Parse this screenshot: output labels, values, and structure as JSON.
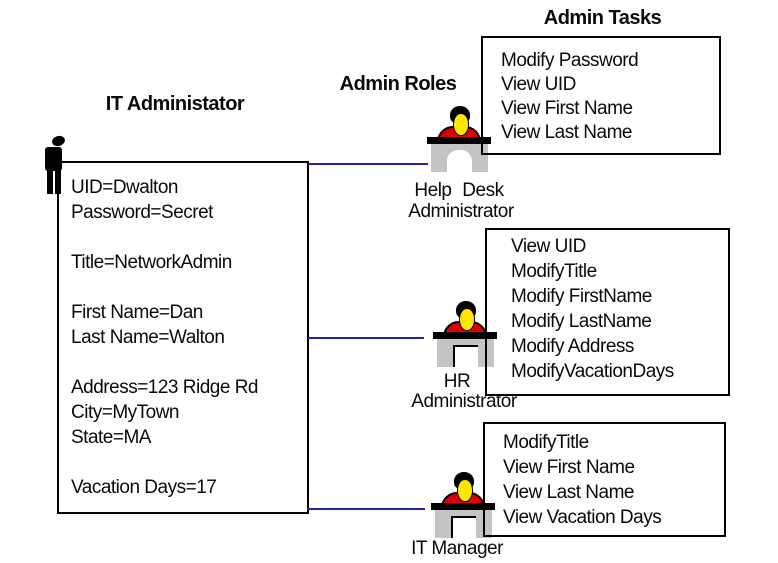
{
  "diagram": {
    "headings": {
      "admin_tasks": "Admin Tasks",
      "admin_roles": "Admin Roles",
      "it_administator": "IT Administator"
    },
    "user_box": {
      "lines": [
        "UID=Dwalton",
        "Password=Secret",
        "",
        "Title=NetworkAdmin",
        "",
        "First Name=Dan",
        "Last Name=Walton",
        "",
        "Address=123 Ridge Rd",
        "City=MyTown",
        "State=MA",
        "",
        "Vacation Days=17"
      ]
    },
    "roles": [
      {
        "name_line1": "Help Desk",
        "name_line2": "Administrator",
        "tasks": [
          "Modify Password",
          "View UID",
          "View First Name",
          "View Last Name"
        ]
      },
      {
        "name_line1": "HR",
        "name_line2": "Administrator",
        "tasks": [
          "View UID",
          "ModifyTitle",
          "Modify FirstName",
          "Modify LastName",
          "Modify Address",
          "ModifyVacationDays"
        ]
      },
      {
        "name_line1": "IT Manager",
        "tasks": [
          "ModifyTitle",
          "View First Name",
          "View Last Name",
          "View Vacation Days"
        ]
      }
    ],
    "colors": {
      "connector_blue": "#2222AA",
      "shirt_red": "#E00000",
      "face_yellow": "#FFE600",
      "desk_gray": "#C4C4C4",
      "outline_black": "#000000",
      "background": "#FFFFFF"
    }
  }
}
